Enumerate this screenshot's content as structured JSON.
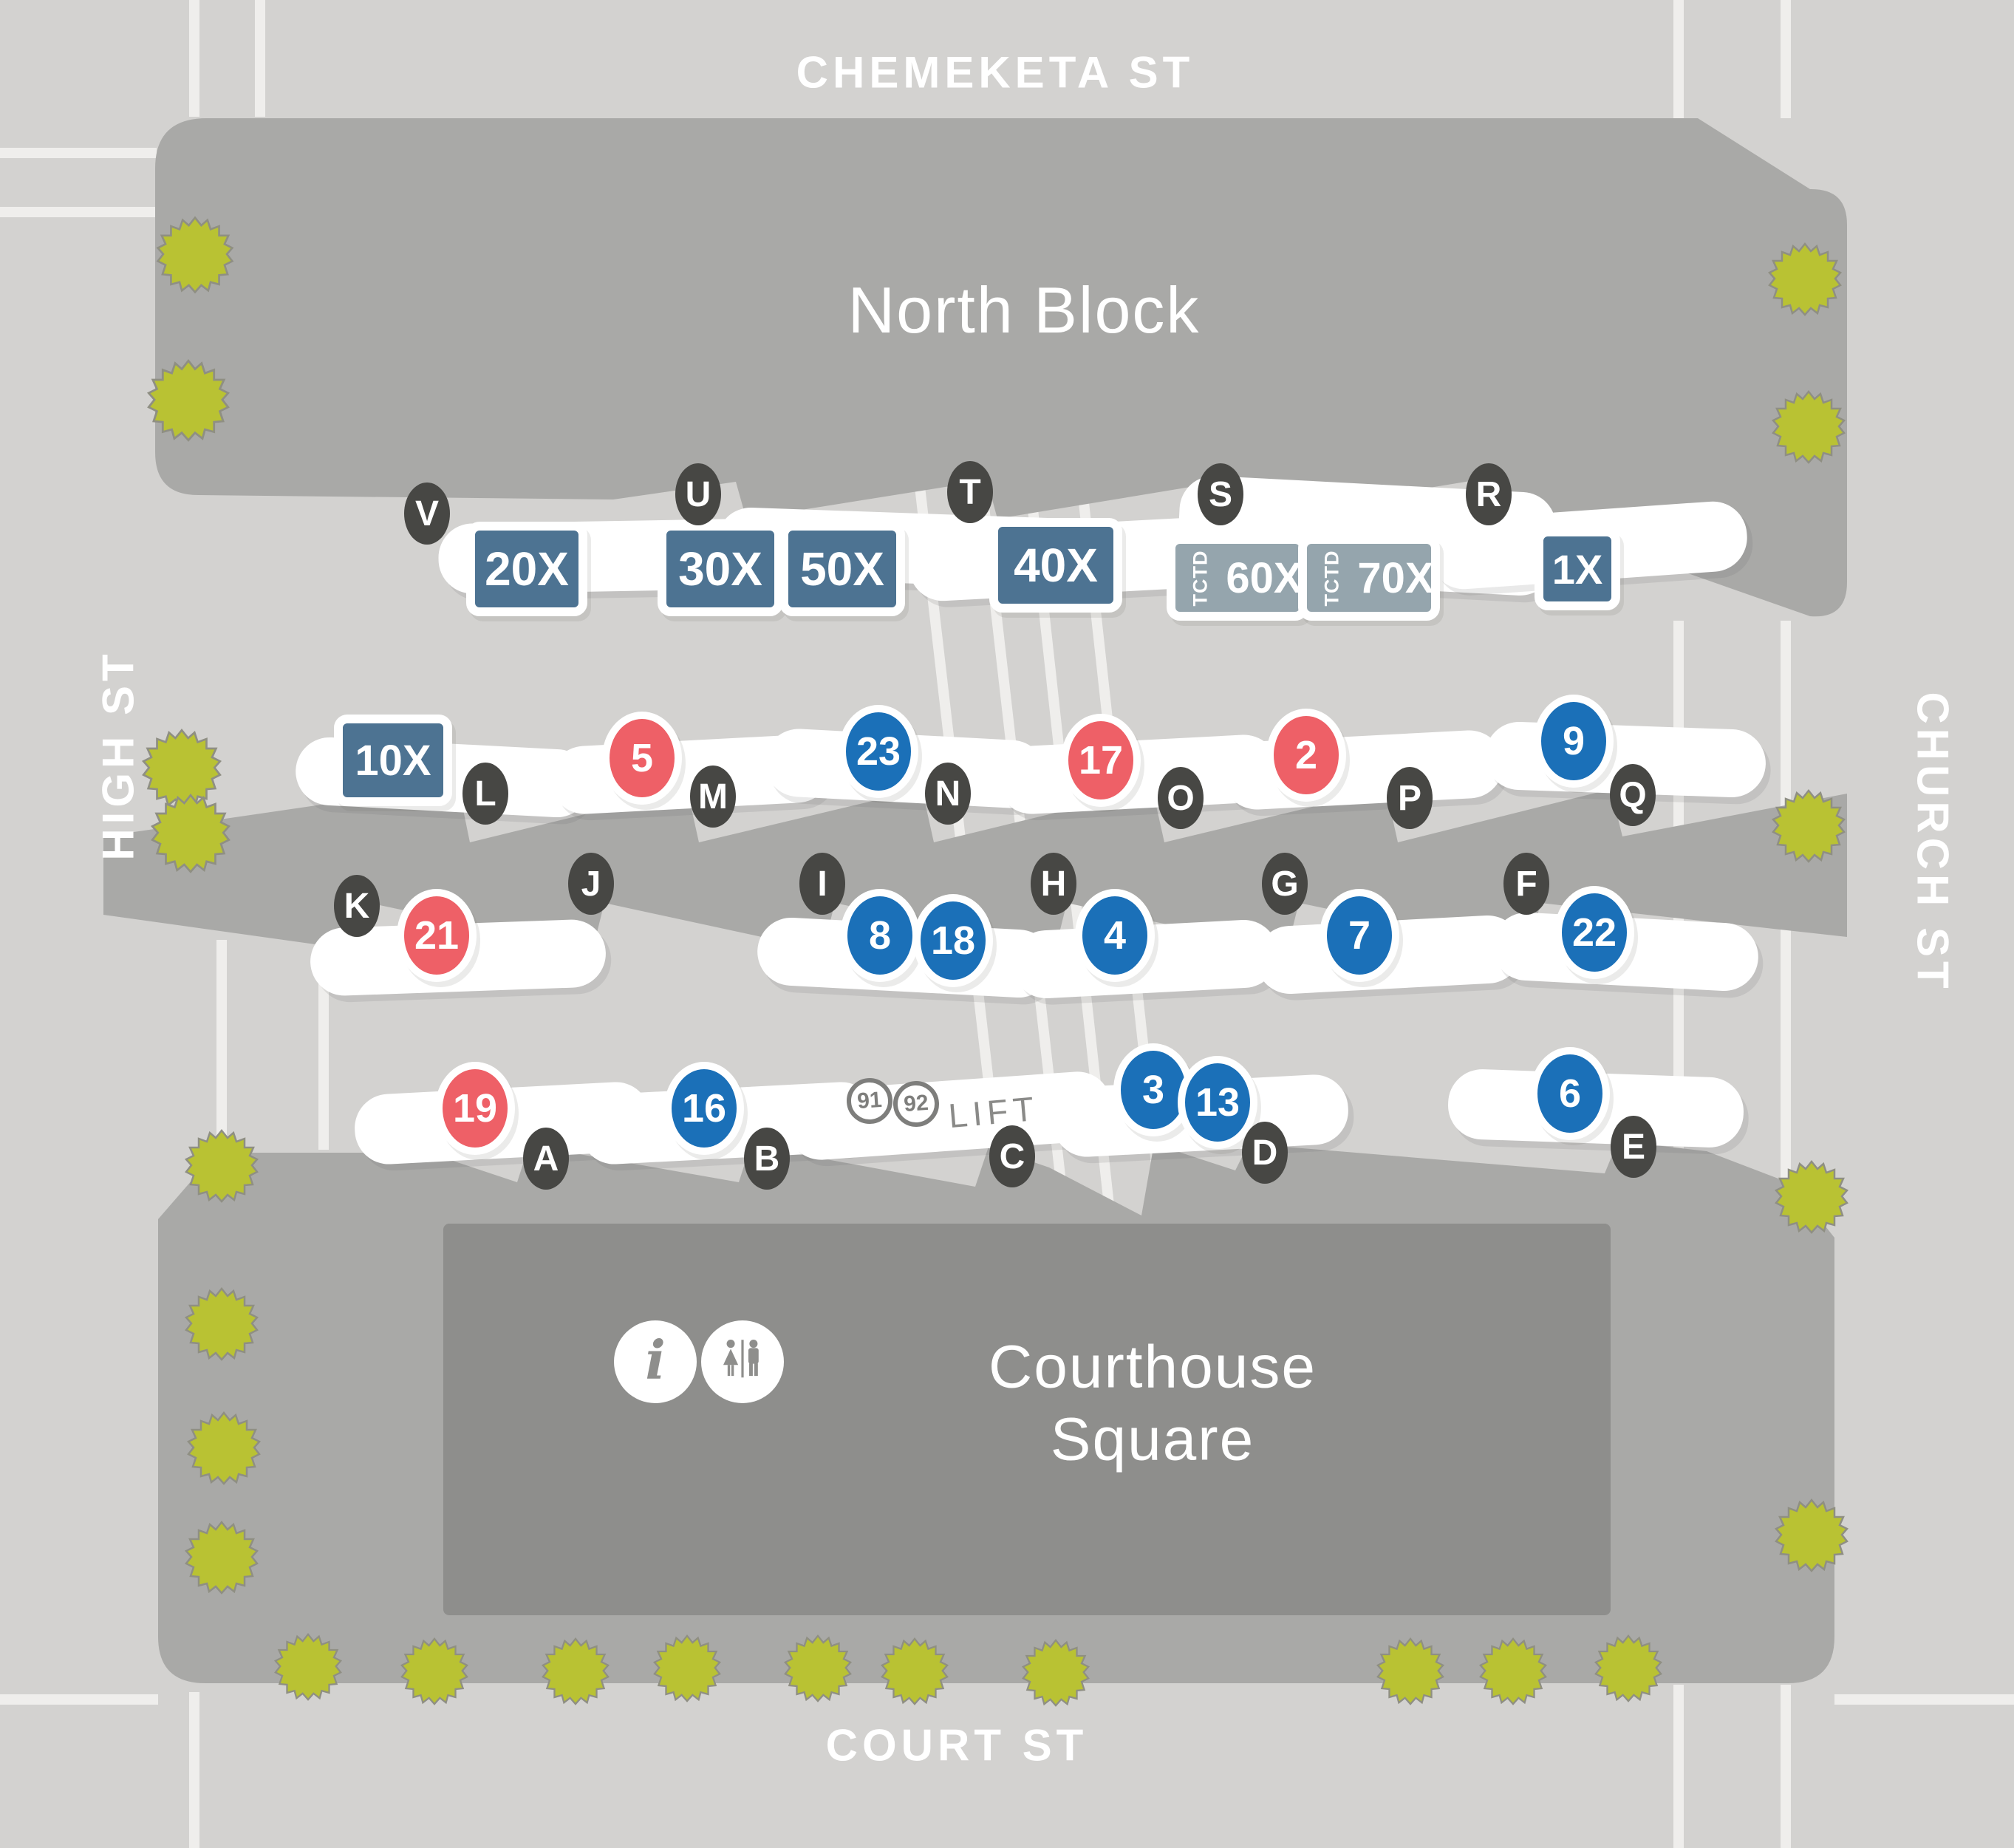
{
  "labels": {
    "street_top": "CHEMEKETA ST",
    "street_bottom": "COURT ST",
    "street_left": "HIGH ST",
    "street_right": "CHURCH ST",
    "north_block": "North Block",
    "square_line1": "Courthouse",
    "square_line2": "Square",
    "info_icon_glyph": "i"
  },
  "stops": {
    "north": [
      "V",
      "U",
      "T",
      "S",
      "R"
    ],
    "mid_top": [
      "L",
      "M",
      "N",
      "O",
      "P",
      "Q"
    ],
    "mid_bottom": [
      "K",
      "J",
      "I",
      "H",
      "G",
      "F"
    ],
    "south": [
      "A",
      "B",
      "C",
      "D",
      "E"
    ]
  },
  "routes": {
    "express_squares": [
      "20X",
      "30X",
      "50X",
      "40X",
      "1X",
      "10X"
    ],
    "tctd_badges": [
      {
        "agency": "TCTD",
        "number": "60X"
      },
      {
        "agency": "TCTD",
        "number": "70X"
      }
    ],
    "red_circles": [
      "5",
      "17",
      "2",
      "21",
      "19"
    ],
    "blue_circles": [
      "23",
      "9",
      "8",
      "18",
      "4",
      "7",
      "22",
      "16",
      "3",
      "13",
      "6"
    ],
    "lift": {
      "route_a": "91",
      "route_b": "92",
      "label": "LIFT"
    }
  },
  "colors": {
    "street": "#d3d2d0",
    "block": "#a9a9a7",
    "inner_block": "#8e8e8c",
    "stop_letter": "#474744",
    "route_red": "#ee6067",
    "route_blue": "#1b70b8",
    "express_slate": "#4d7392",
    "tctd_gray": "#95a5ad",
    "tree_green": "#b9c233",
    "lift_text": "#8a8a88",
    "line_white": "#efeeec"
  }
}
